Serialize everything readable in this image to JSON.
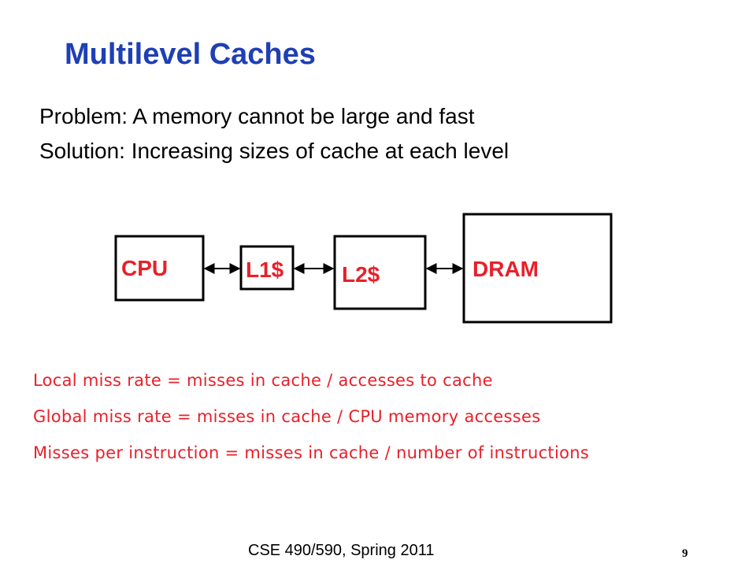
{
  "slide": {
    "title": "Multilevel Caches",
    "bullets": [
      "Problem: A memory cannot be large and fast",
      "Solution: Increasing sizes of cache at each level"
    ]
  },
  "diagram": {
    "boxes": [
      {
        "label": "CPU",
        "color": "#e8202a"
      },
      {
        "label": "L1$",
        "color": "#e8202a"
      },
      {
        "label": "L2$",
        "color": "#e8202a"
      },
      {
        "label": "DRAM",
        "color": "#e8202a"
      }
    ]
  },
  "notes": [
    "Local miss rate = misses in cache / accesses to cache",
    "Global miss rate = misses in cache / CPU memory accesses",
    "Misses per instruction = misses in cache / number of instructions"
  ],
  "footer": {
    "course": "CSE 490/590, Spring 2011",
    "page_number": "9"
  },
  "colors": {
    "title": "#1f3fb5",
    "accent_red": "#e8202a",
    "text": "#000000"
  }
}
